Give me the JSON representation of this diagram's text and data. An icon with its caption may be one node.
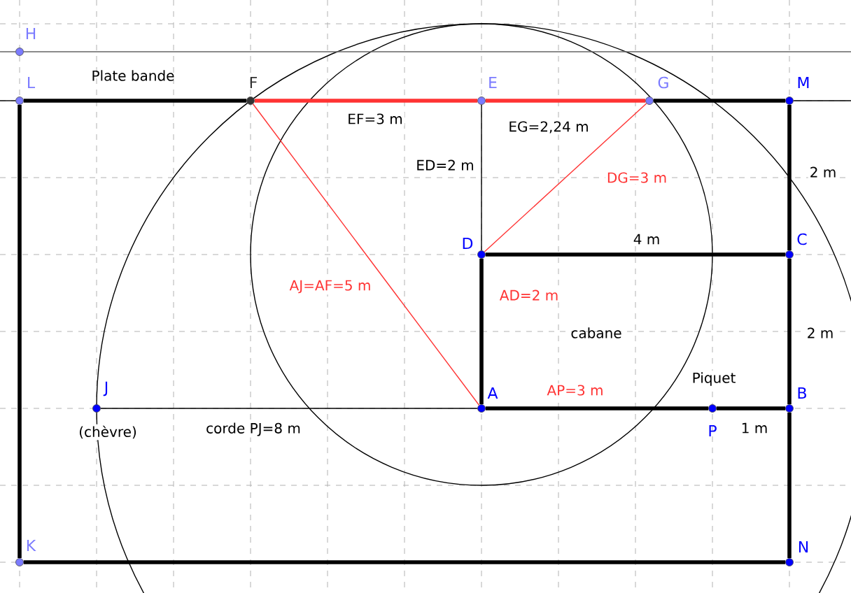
{
  "diagram": {
    "nodes": [
      {
        "text": [
          "H"
        ]
      },
      {
        "text": [
          "L"
        ]
      },
      {
        "text": [
          "F"
        ]
      },
      {
        "text": [
          "E"
        ]
      },
      {
        "text": [
          "G"
        ]
      },
      {
        "text": [
          "M"
        ]
      },
      {
        "text": [
          "D"
        ]
      },
      {
        "text": [
          "C"
        ]
      },
      {
        "text": [
          "A"
        ]
      },
      {
        "text": [
          "J"
        ],
        "beside": [
          "(chèvre)"
        ]
      },
      {
        "text": [
          "P"
        ],
        "beside": [
          "Piquet"
        ]
      },
      {
        "text": [
          "B"
        ]
      },
      {
        "text": [
          "K"
        ]
      },
      {
        "text": [
          "N"
        ]
      }
    ],
    "edges": [
      {
        "from": 0,
        "to": null,
        "arrow": "none",
        "color": "#666666"
      },
      {
        "from": 1,
        "to": 2,
        "arrow": "none"
      },
      {
        "from": 2,
        "to": 3,
        "arrow": "none",
        "color": "#ff3333",
        "label": "EF=3 m"
      },
      {
        "from": 3,
        "to": 4,
        "arrow": "none",
        "color": "#ff3333",
        "label": "EG=2,24 m"
      },
      {
        "from": 4,
        "to": 5,
        "arrow": "none"
      },
      {
        "from": 5,
        "to": 7,
        "arrow": "none",
        "label": "2 m"
      },
      {
        "from": 7,
        "to": 11,
        "arrow": "none",
        "label": "2 m"
      },
      {
        "from": 11,
        "to": 13,
        "arrow": "none"
      },
      {
        "from": 13,
        "to": 12,
        "arrow": "none"
      },
      {
        "from": 12,
        "to": 1,
        "arrow": "none"
      },
      {
        "from": 6,
        "to": 7,
        "arrow": "none",
        "label": "4 m"
      },
      {
        "from": 6,
        "to": 8,
        "arrow": "none",
        "label": "AD=2 m"
      },
      {
        "from": 8,
        "to": 10,
        "arrow": "none",
        "label": "AP=3 m"
      },
      {
        "from": 10,
        "to": 11,
        "arrow": "none",
        "label": "1 m"
      },
      {
        "from": 3,
        "to": 6,
        "arrow": "none",
        "label": "ED=2 m"
      },
      {
        "from": 6,
        "to": 4,
        "arrow": "none",
        "color": "#ff3333",
        "label": "DG=3 m"
      },
      {
        "from": 8,
        "to": 2,
        "arrow": "none",
        "color": "#ff3333",
        "label": "AJ=AF=5 m"
      },
      {
        "from": 9,
        "to": 8,
        "arrow": "none",
        "label": "corde PJ=8 m"
      },
      {
        "from": 5,
        "to": null,
        "arrow": "none"
      },
      {
        "from": null,
        "to": 1,
        "arrow": "none"
      }
    ],
    "labels": [
      "Plate bande",
      "cabane"
    ]
  }
}
